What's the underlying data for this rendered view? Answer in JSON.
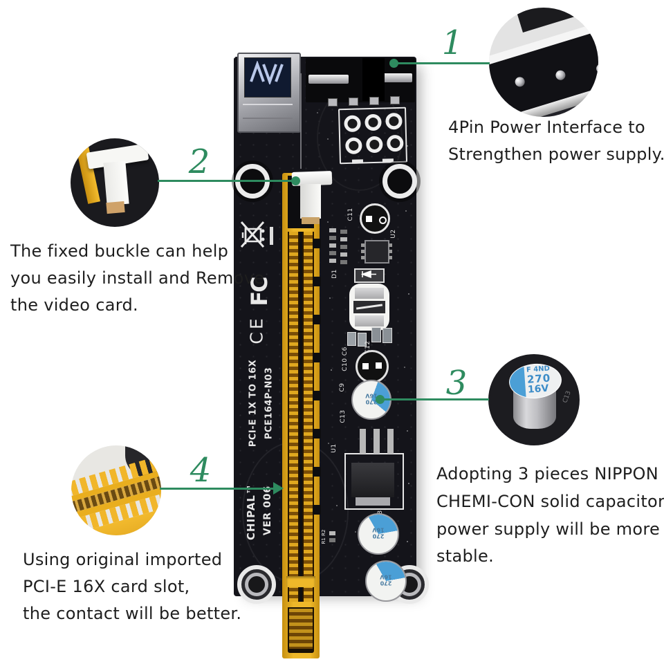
{
  "figure": {
    "type": "annotated product diagram",
    "subject": "PCI-E 1X to 16X riser card"
  },
  "callouts": [
    {
      "number": "1",
      "text_lines": [
        "4Pin Power Interface to",
        "Strengthen power supply."
      ]
    },
    {
      "number": "2",
      "text_lines": [
        "The fixed buckle can help",
        "you easily install and Remove",
        "the video card."
      ]
    },
    {
      "number": "3",
      "text_lines": [
        "Adopting 3 pieces NIPPON",
        "CHEMI-CON solid capacitors,",
        "power supply will be more",
        "stable."
      ]
    },
    {
      "number": "4",
      "text_lines": [
        "Using original imported",
        "PCI-E 16X card slot,",
        "the contact will be better."
      ]
    }
  ],
  "board_silkscreen": {
    "model_line1": "PCI-E 1X TO 16X",
    "model_line2": "PCE164P-N03",
    "brand": "CHIPAL™",
    "version": "VER 006",
    "fcc_logo": "FC",
    "ce_logo": "CE",
    "component_labels": {
      "c11": "C11",
      "u2": "U2",
      "d1": "D1",
      "c12": "C12",
      "c10c6": "C10 C6",
      "c9": "C9",
      "c13": "C13",
      "u1": "U1",
      "c8": "C8",
      "r1r2": "R1 R2"
    }
  },
  "capacitor_marking": {
    "line1": "F 4ND",
    "line2": "270",
    "line3": "16V"
  },
  "colors": {
    "accent_green": "#2e8b5f",
    "board_black": "#14141a",
    "slot_yellow": "#eeb82a",
    "slot_gold": "#d29a1d",
    "cap_blue": "#4b9fd6",
    "text": "#1e1e1e",
    "silk": "#e8e8e8"
  }
}
